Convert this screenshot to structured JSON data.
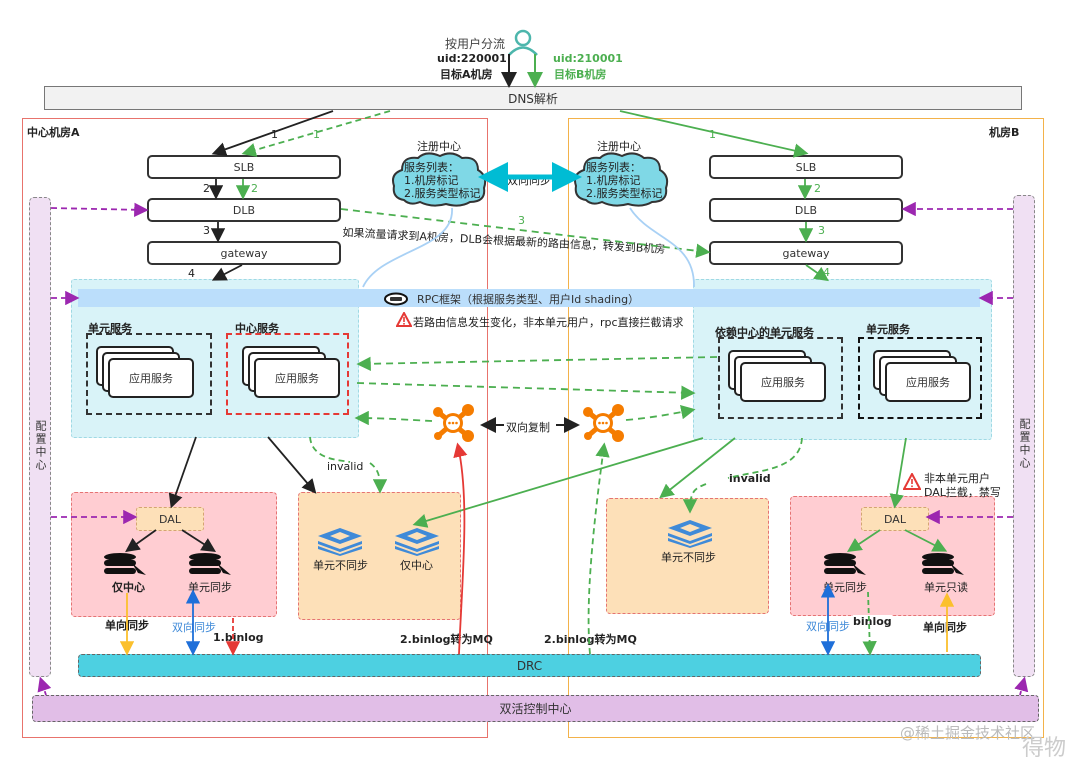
{
  "user_split": {
    "label": "按用户分流",
    "left_uid": "uid:220001",
    "left_target": "目标A机房",
    "right_uid": "uid:210001",
    "right_target": "目标B机房"
  },
  "dns": {
    "label": "DNS解析"
  },
  "room_a": {
    "title": "中心机房A",
    "slb": "SLB",
    "dlb": "DLB",
    "gateway": "gateway",
    "steps": {
      "s1": "1",
      "s1_green": "1",
      "s2": "2",
      "s2_green": "2",
      "s3": "3",
      "s4": "4"
    },
    "unit_service_label": "单元服务",
    "center_service_label": "中心服务",
    "app_service": "应用服务",
    "dal": "DAL",
    "db_center_only": "仅中心",
    "db_unit_sync": "单元同步",
    "cache_unit_nosync": "单元不同步",
    "cache_center_only": "仅中心",
    "invalid": "invalid",
    "one_way_sync": "单向同步",
    "two_way_sync": "双向同步",
    "binlog1": "1.binlog",
    "binlog_mq": "2.binlog转为MQ"
  },
  "room_b": {
    "title": "机房B",
    "slb": "SLB",
    "dlb": "DLB",
    "gateway": "gateway",
    "steps": {
      "s1": "1",
      "s2": "2",
      "s3": "3",
      "s4": "4"
    },
    "dep_center_unit_label": "依赖中心的单元服务",
    "unit_service_label": "单元服务",
    "app_service": "应用服务",
    "dal": "DAL",
    "db_unit_sync": "单元同步",
    "db_unit_readonly": "单元只读",
    "cache_unit_nosync": "单元不同步",
    "invalid": "invalid",
    "warn_text_1": "非本单元用户",
    "warn_text_2": "DAL拦截，禁写",
    "two_way_sync": "双向同步",
    "binlog": "binlog",
    "one_way_sync": "单向同步",
    "binlog_mq": "2.binlog转为MQ"
  },
  "registry": {
    "title": "注册中心",
    "line1": "服务列表：",
    "line2": "1.机房标记",
    "line3": "2.服务类型标记",
    "sync_label": "双向同步"
  },
  "cross_note": "如果流量请求到A机房，DLB会根据最新的路由信息，转发到B机房",
  "cross_step": "3",
  "rpc": {
    "label": "RPC框架（根据服务类型、用户Id shading）",
    "warning": "若路由信息发生变化，非本单元用户，rpc直接拦截请求"
  },
  "mq_replication": "双向复制",
  "config_center": "配置中心",
  "drc": "DRC",
  "active_control": "双活控制中心",
  "watermark": "@稀土掘金技术社区",
  "watermark2": "得物",
  "colors": {
    "room_a_border": "#e8736c",
    "room_b_border": "#f3b24a",
    "green": "#4caf50",
    "purple": "#9c27b0",
    "cyan_sync": "#00bcd4",
    "drc": "#4dd0e1",
    "control": "#e1bee7",
    "config": "#f3e5f5",
    "rpc_bar": "#bbdefb",
    "service_area": "#d9f3f8",
    "db_area": "#ffcdd2",
    "cache_area": "#fde0b8",
    "mq_orange": "#f57c00",
    "redis_blue": "#3f8ad8"
  }
}
